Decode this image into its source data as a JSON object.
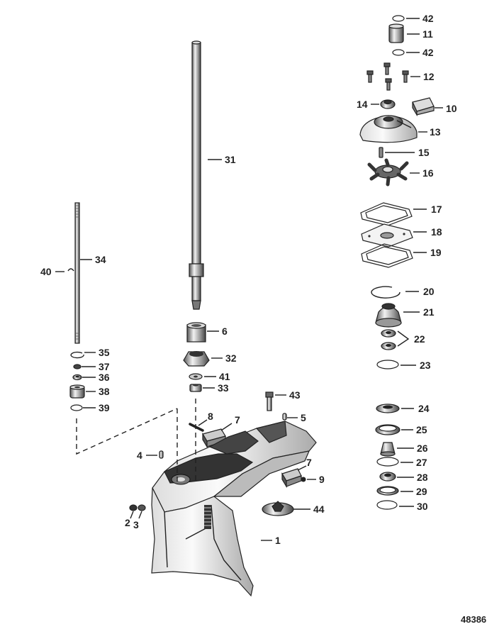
{
  "figure_number": "48386",
  "parts": [
    {
      "id": "p42a",
      "label": "42",
      "icon": "o-ring-icon"
    },
    {
      "id": "p11",
      "label": "11",
      "icon": "sleeve-icon"
    },
    {
      "id": "p42b",
      "label": "42",
      "icon": "o-ring-icon"
    },
    {
      "id": "p12",
      "label": "12",
      "icon": "screw-icon"
    },
    {
      "id": "p14",
      "label": "14",
      "icon": "grommet-icon"
    },
    {
      "id": "p10",
      "label": "10",
      "icon": "seal-icon"
    },
    {
      "id": "p13",
      "label": "13",
      "icon": "pump-housing-icon"
    },
    {
      "id": "p15",
      "label": "15",
      "icon": "key-icon"
    },
    {
      "id": "p16",
      "label": "16",
      "icon": "impeller-icon"
    },
    {
      "id": "p17",
      "label": "17",
      "icon": "gasket-icon"
    },
    {
      "id": "p18",
      "label": "18",
      "icon": "face-plate-icon"
    },
    {
      "id": "p19",
      "label": "19",
      "icon": "gasket-icon"
    },
    {
      "id": "p20",
      "label": "20",
      "icon": "retaining-ring-icon"
    },
    {
      "id": "p21",
      "label": "21",
      "icon": "carrier-icon"
    },
    {
      "id": "p22",
      "label": "22",
      "icon": "seal-icon"
    },
    {
      "id": "p23",
      "label": "23",
      "icon": "o-ring-icon"
    },
    {
      "id": "p24",
      "label": "24",
      "icon": "bearing-race-icon"
    },
    {
      "id": "p25",
      "label": "25",
      "icon": "race-icon"
    },
    {
      "id": "p26",
      "label": "26",
      "icon": "bearing-icon"
    },
    {
      "id": "p27",
      "label": "27",
      "icon": "o-ring-icon"
    },
    {
      "id": "p28",
      "label": "28",
      "icon": "bearing-icon"
    },
    {
      "id": "p29",
      "label": "29",
      "icon": "race-icon"
    },
    {
      "id": "p30",
      "label": "30",
      "icon": "o-ring-icon"
    },
    {
      "id": "p31",
      "label": "31",
      "icon": "driveshaft-icon"
    },
    {
      "id": "p6",
      "label": "6",
      "icon": "bearing-icon"
    },
    {
      "id": "p32",
      "label": "32",
      "icon": "gear-icon"
    },
    {
      "id": "p41",
      "label": "41",
      "icon": "washer-icon"
    },
    {
      "id": "p33",
      "label": "33",
      "icon": "nut-icon"
    },
    {
      "id": "p34",
      "label": "34",
      "icon": "shift-shaft-icon"
    },
    {
      "id": "p40",
      "label": "40",
      "icon": "clip-icon"
    },
    {
      "id": "p35",
      "label": "35",
      "icon": "retaining-ring-icon"
    },
    {
      "id": "p37",
      "label": "37",
      "icon": "washer-icon"
    },
    {
      "id": "p36",
      "label": "36",
      "icon": "seal-icon"
    },
    {
      "id": "p38",
      "label": "38",
      "icon": "bushing-icon"
    },
    {
      "id": "p39",
      "label": "39",
      "icon": "o-ring-icon"
    },
    {
      "id": "p43",
      "label": "43",
      "icon": "stud-icon"
    },
    {
      "id": "p5",
      "label": "5",
      "icon": "dowel-pin-icon"
    },
    {
      "id": "p8",
      "label": "8",
      "icon": "pin-icon"
    },
    {
      "id": "p7a",
      "label": "7",
      "icon": "anode-icon"
    },
    {
      "id": "p4",
      "label": "4",
      "icon": "dowel-pin-icon"
    },
    {
      "id": "p7b",
      "label": "7",
      "icon": "anode-icon"
    },
    {
      "id": "p9",
      "label": "9",
      "icon": "screw-icon"
    },
    {
      "id": "p2",
      "label": "2",
      "icon": "plug-icon"
    },
    {
      "id": "p3",
      "label": "3",
      "icon": "washer-icon"
    },
    {
      "id": "p44",
      "label": "44",
      "icon": "cover-icon"
    },
    {
      "id": "p1",
      "label": "1",
      "icon": "gear-housing-icon"
    }
  ]
}
